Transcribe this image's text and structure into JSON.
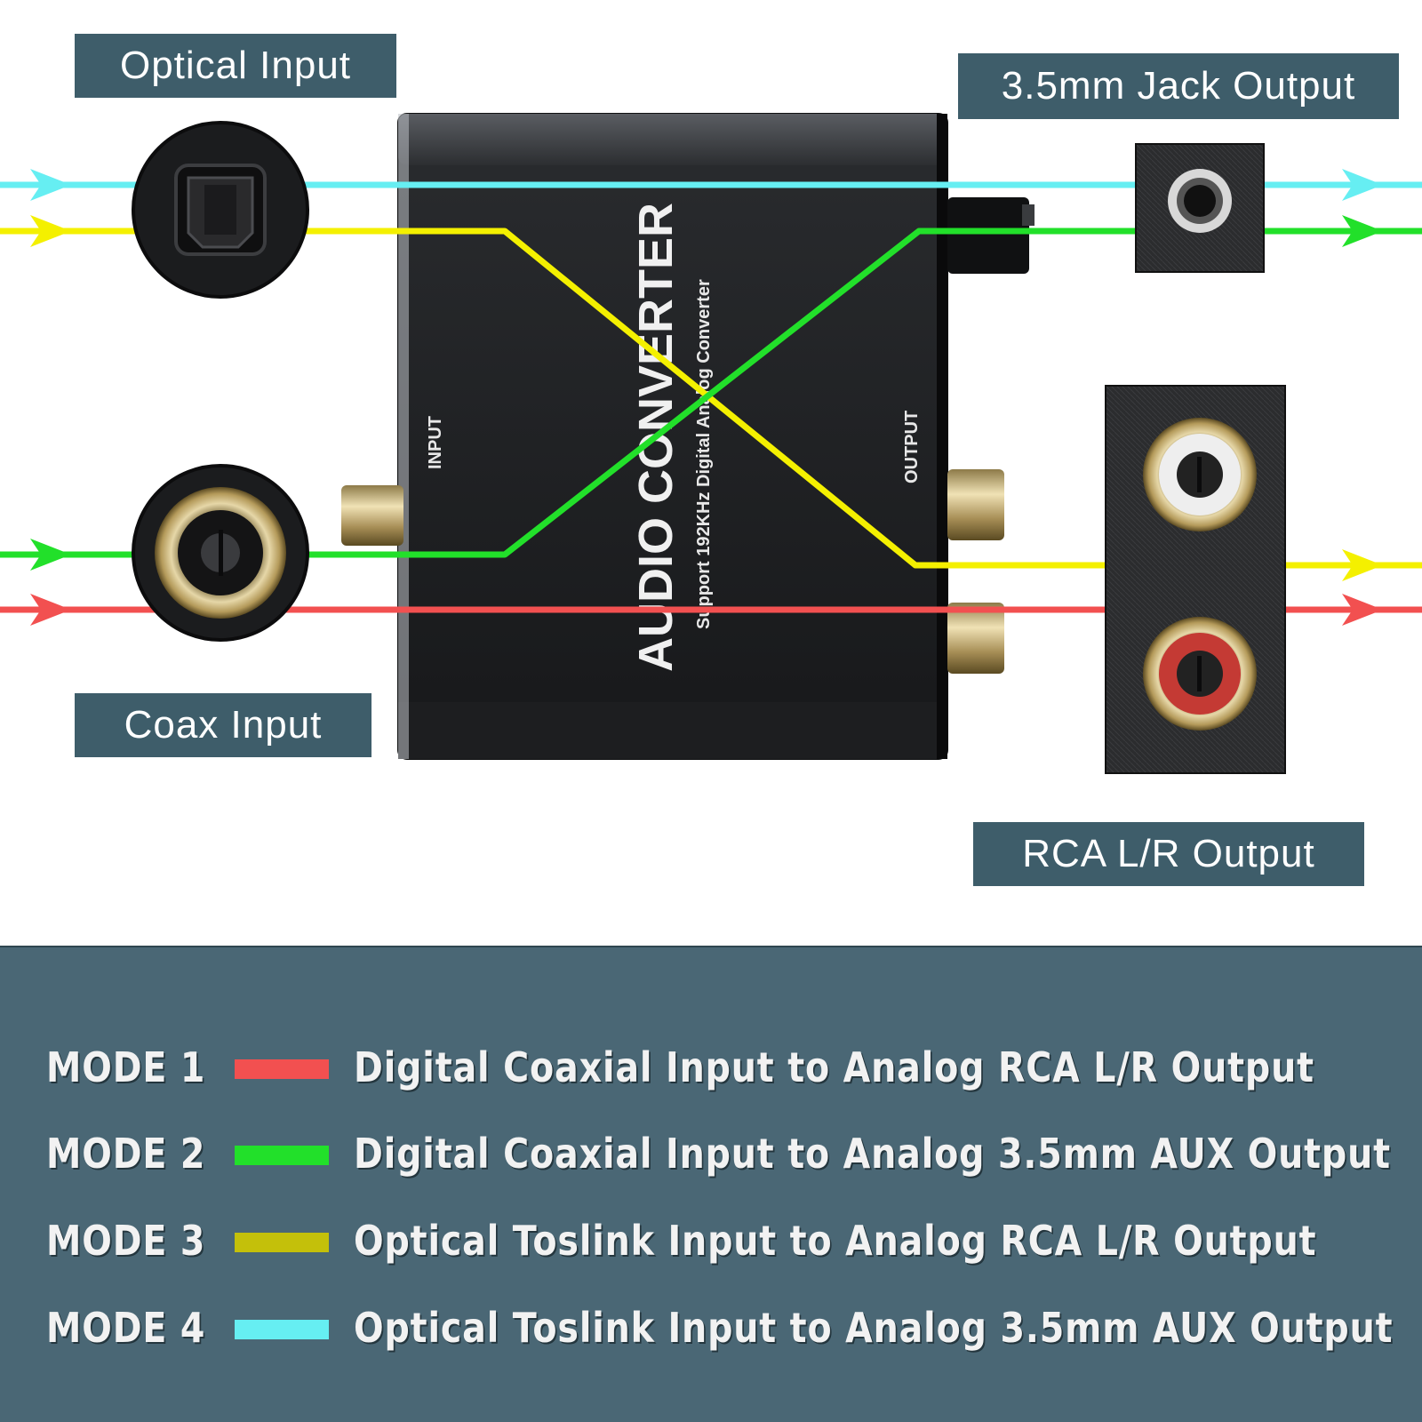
{
  "labels": {
    "optical_input": "Optical Input",
    "jack_output": "3.5mm Jack Output",
    "coax_input": "Coax Input",
    "rca_output": "RCA L/R Output"
  },
  "device": {
    "brand_title": "AUDIO CONVERTER",
    "subtitle": "Support 192KHz Digital Analog Converter",
    "input_label": "INPUT",
    "output_label": "OUTPUT"
  },
  "colors": {
    "mode1": "#f25050",
    "mode2": "#22e02a",
    "mode3": "#f4f000",
    "mode3_swatch": "#c4c00a",
    "mode4": "#66eef2",
    "legend_bg": "#4a6775",
    "callout_bg": "#3e5d6a"
  },
  "modes": [
    {
      "label": "MODE 1",
      "description": "Digital Coaxial Input to Analog RCA L/R Output"
    },
    {
      "label": "MODE 2",
      "description": "Digital Coaxial Input to Analog 3.5mm AUX Output"
    },
    {
      "label": "MODE 3",
      "description": "Optical Toslink Input to Analog RCA L/R Output"
    },
    {
      "label": "MODE 4",
      "description": "Optical Toslink Input to Analog 3.5mm AUX Output"
    }
  ]
}
